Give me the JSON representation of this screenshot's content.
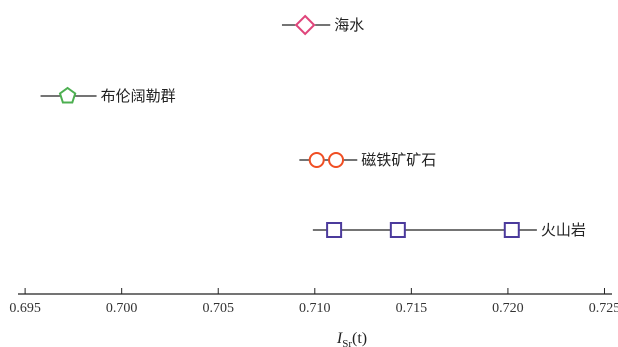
{
  "chart_data": {
    "type": "scatter",
    "xlabel_main": "I",
    "xlabel_sub": "Sr",
    "xlabel_suffix": "(t)",
    "xlim": [
      0.6937,
      0.7257
    ],
    "xticks": [
      "0.695",
      "0.700",
      "0.705",
      "0.710",
      "0.715",
      "0.720",
      "0.725"
    ],
    "xtick_values": [
      0.695,
      0.7,
      0.705,
      0.71,
      0.715,
      0.72,
      0.725
    ],
    "ylabel": "",
    "grid": false,
    "series": [
      {
        "name": "海水",
        "marker": "diamond",
        "color": "#e0457b",
        "points": [
          0.7095
        ],
        "range": [
          0.7083,
          0.7108
        ]
      },
      {
        "name": "布伦阔勒群",
        "marker": "pentagon",
        "color": "#4caf50",
        "points": [
          0.6972
        ],
        "range": [
          0.6958,
          0.6987
        ]
      },
      {
        "name": "磁铁矿矿石",
        "marker": "circle",
        "color": "#f04e23",
        "points": [
          0.7101,
          0.7111
        ],
        "range": [
          0.7092,
          0.7122
        ]
      },
      {
        "name": "火山岩",
        "marker": "square",
        "color": "#4b3a9c",
        "points": [
          0.711,
          0.7143,
          0.7202
        ],
        "range": [
          0.7099,
          0.7215
        ]
      }
    ]
  }
}
